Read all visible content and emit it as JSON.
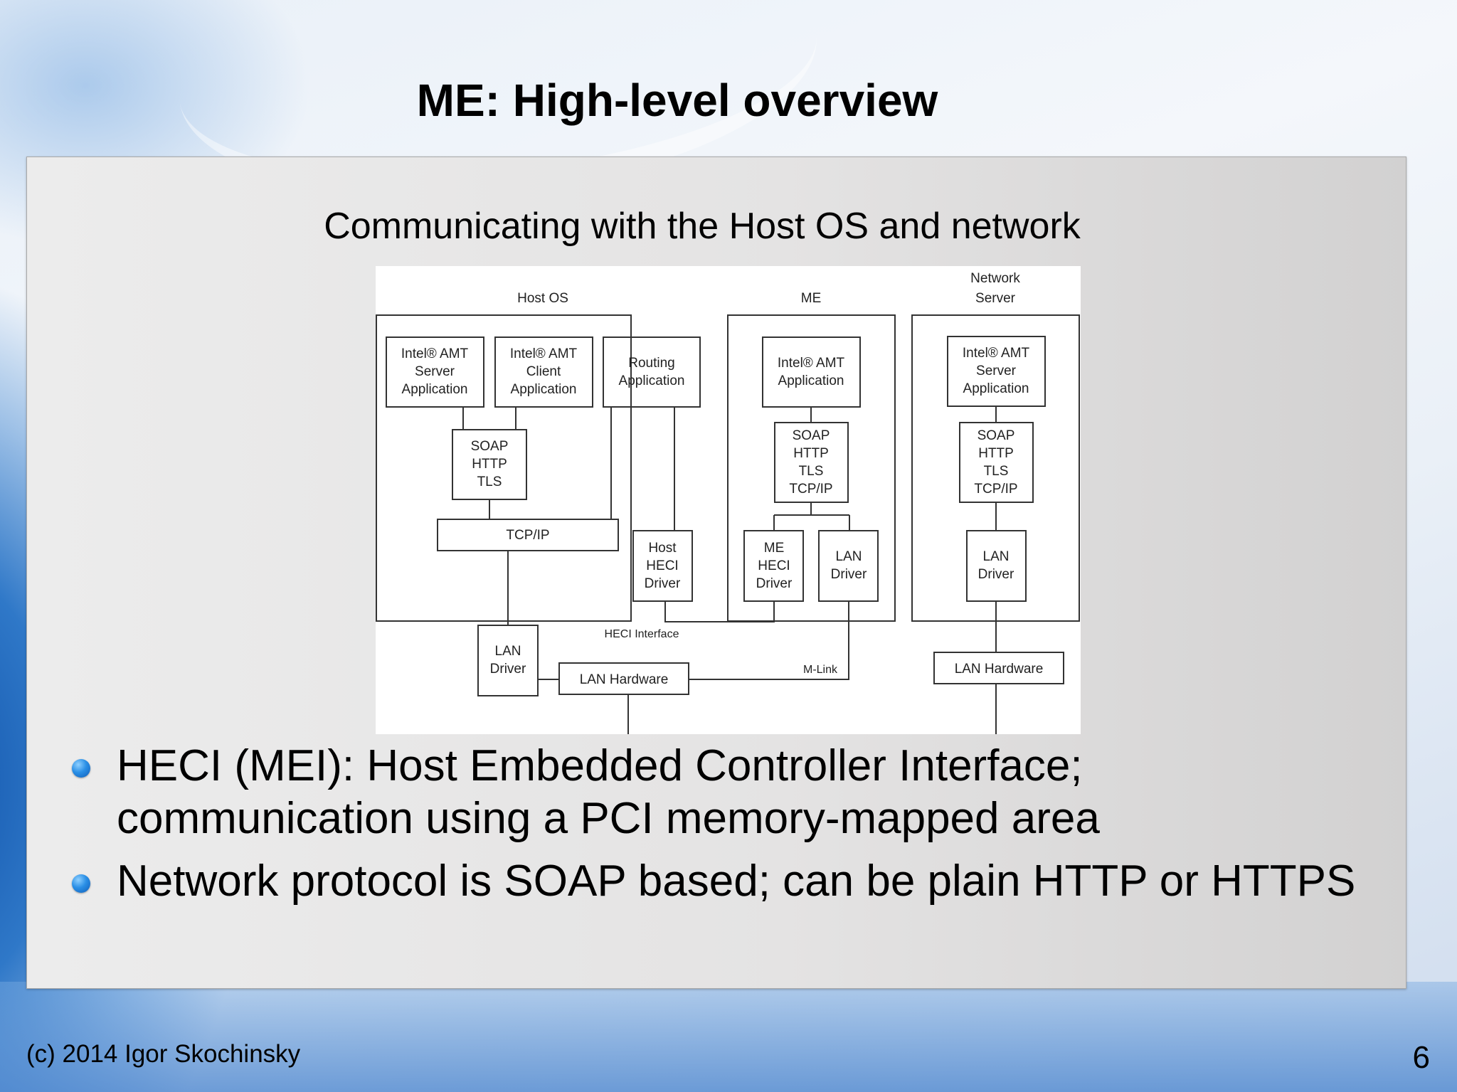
{
  "slide": {
    "title": "ME: High-level overview",
    "subtitle": "Communicating with the Host OS and network"
  },
  "diagram": {
    "panels": {
      "host_os": "Host OS",
      "me": "ME",
      "network_server": [
        "Network",
        "Server"
      ]
    },
    "boxes": {
      "host_amt_server_app": [
        "Intel® AMT",
        "Server",
        "Application"
      ],
      "host_amt_client_app": [
        "Intel® AMT",
        "Client",
        "Application"
      ],
      "host_routing_app": [
        "Routing",
        "Application"
      ],
      "host_soap_stack": [
        "SOAP",
        "HTTP",
        "TLS"
      ],
      "host_tcpip": "TCP/IP",
      "host_heci_driver": [
        "Host",
        "HECI",
        "Driver"
      ],
      "host_lan_driver": [
        "LAN",
        "Driver"
      ],
      "host_lan_hardware": "LAN Hardware",
      "me_amt_app": [
        "Intel® AMT",
        "Application"
      ],
      "me_soap_stack": [
        "SOAP",
        "HTTP",
        "TLS",
        "TCP/IP"
      ],
      "me_heci_driver": [
        "ME",
        "HECI",
        "Driver"
      ],
      "me_lan_driver": [
        "LAN",
        "Driver"
      ],
      "net_amt_server_app": [
        "Intel® AMT",
        "Server",
        "Application"
      ],
      "net_soap_stack": [
        "SOAP",
        "HTTP",
        "TLS",
        "TCP/IP"
      ],
      "net_lan_driver": [
        "LAN",
        "Driver"
      ],
      "net_lan_hardware": "LAN Hardware"
    },
    "link_labels": {
      "heci_interface": "HECI Interface",
      "m_link": "M-Link"
    }
  },
  "bullets": [
    "HECI (MEI): Host Embedded Controller Interface; communication using a PCI memory-mapped area",
    "Network protocol is SOAP based; can be plain HTTP or HTTPS"
  ],
  "footer": {
    "copyright": "(c) 2014 Igor Skochinsky",
    "page_number": "6"
  }
}
